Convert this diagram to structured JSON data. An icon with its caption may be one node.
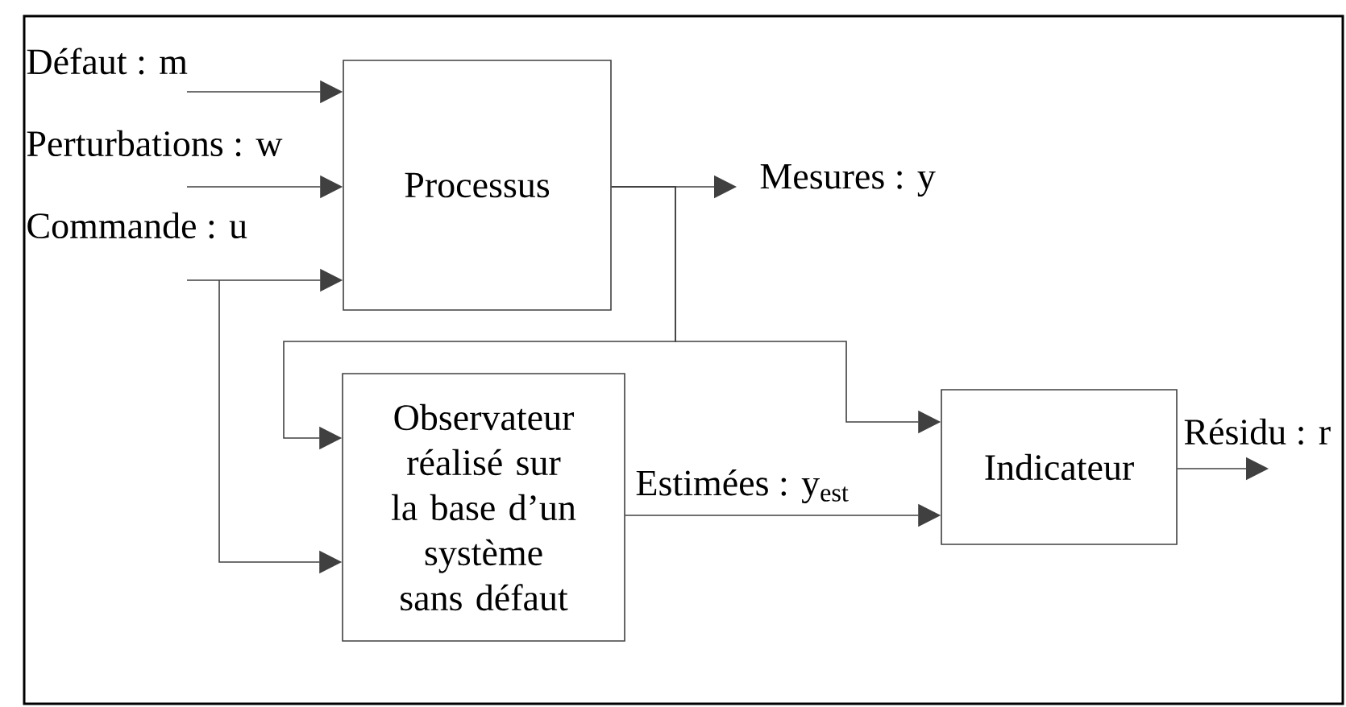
{
  "diagram": {
    "nodes": [
      {
        "text": [
          "Processus"
        ]
      },
      {
        "text": [
          "Observateur réalisé sur la base d’un système sans défaut"
        ]
      },
      {
        "text": [
          "Indicateur"
        ]
      },
      {
        "text": [
          "Mesures : y"
        ]
      }
    ],
    "edges": [
      {
        "from": null,
        "to": 0,
        "arrow": "to",
        "label": "Défaut : m"
      },
      {
        "from": null,
        "to": 0,
        "arrow": "to",
        "label": "Perturbations : w"
      },
      {
        "from": null,
        "to": 0,
        "arrow": "to",
        "label": "Commande : u"
      },
      {
        "from": null,
        "to": 1,
        "arrow": "to"
      },
      {
        "from": 0,
        "to": 3,
        "arrow": "to"
      },
      {
        "from": 0,
        "to": 1,
        "arrow": "to"
      },
      {
        "from": 0,
        "to": 2,
        "arrow": "to"
      },
      {
        "from": 1,
        "to": 2,
        "arrow": "to",
        "label": "Estimées : y$_{est}$"
      },
      {
        "from": 2,
        "to": null,
        "arrow": "to",
        "label": "Résidu : r"
      }
    ]
  }
}
